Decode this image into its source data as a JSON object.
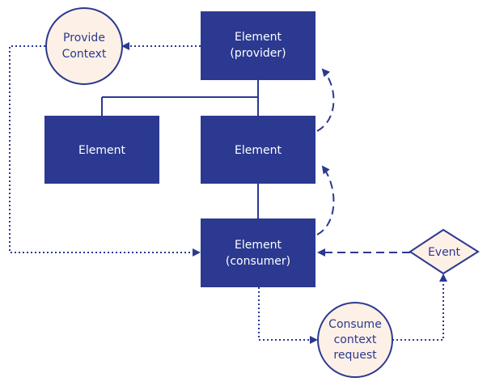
{
  "colors": {
    "box_fill": "#2b3990",
    "box_text": "#ffffff",
    "circle_fill": "#fdf0e6",
    "circle_stroke": "#2b3990",
    "node_text": "#2b3990",
    "connector": "#2b3990",
    "background": "#ffffff"
  },
  "nodes": {
    "provider": {
      "line1": "Element",
      "line2": "(provider)"
    },
    "element_left": {
      "label": "Element"
    },
    "element_middle": {
      "label": "Element"
    },
    "consumer": {
      "line1": "Element",
      "line2": "(consumer)"
    },
    "provide_context": {
      "line1": "Provide",
      "line2": "Context"
    },
    "consume_request": {
      "line1": "Consume",
      "line2": "context",
      "line3": "request"
    },
    "event": {
      "label": "Event"
    }
  }
}
